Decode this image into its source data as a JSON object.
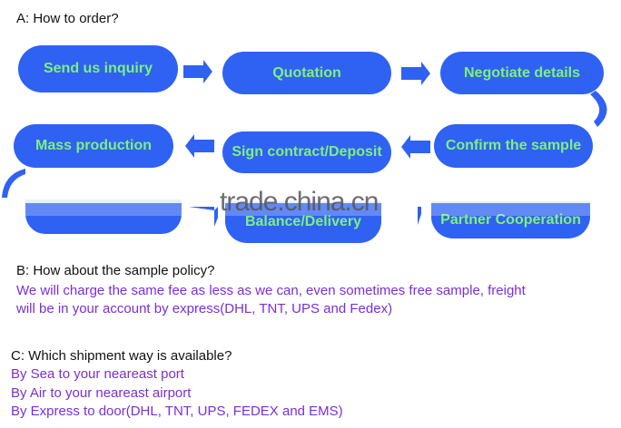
{
  "section_a": {
    "title": "A: How to order?",
    "steps": [
      "Send us inquiry",
      "Quotation",
      "Negotiate details",
      "Confirm the sample",
      "Sign contract/Deposit",
      "Mass production",
      "",
      "Balance/Delivery",
      "Partner Cooperation"
    ]
  },
  "watermark": "trade.china.cn",
  "section_b": {
    "title": "B: How about the sample policy?",
    "lines": [
      "We will charge the same fee as less as we can, even sometimes free sample, freight",
      "will be in your account by express(DHL, TNT, UPS and Fedex)"
    ]
  },
  "section_c": {
    "title": "C: Which shipment way is available?",
    "lines": [
      "By Sea to your neareast port",
      "By Air to your neareast airport",
      "By Express to door(DHL, TNT, UPS, FEDEX and EMS)"
    ]
  },
  "colors": {
    "box": "#2f62f2",
    "box_text": "#7ff07a",
    "answer_text": "#7a2fd6"
  }
}
